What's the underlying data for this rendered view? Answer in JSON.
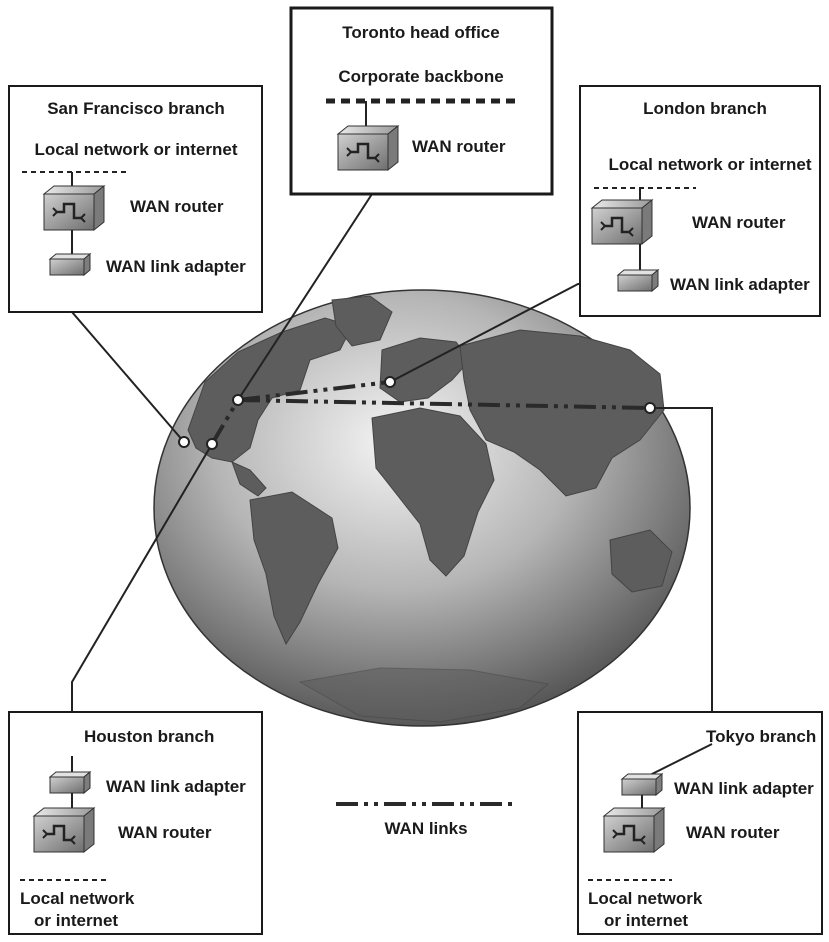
{
  "sites": {
    "toronto": {
      "title": "Toronto head office",
      "network": "Corporate backbone",
      "router": "WAN router"
    },
    "san_francisco": {
      "title": "San Francisco branch",
      "network": "Local network or internet",
      "router": "WAN router",
      "adapter": "WAN link adapter"
    },
    "london": {
      "title": "London branch",
      "network": "Local network or internet",
      "router": "WAN router",
      "adapter": "WAN link adapter"
    },
    "houston": {
      "title": "Houston branch",
      "adapter": "WAN link adapter",
      "router": "WAN router",
      "network_line1": "Local network",
      "network_line2": "or internet"
    },
    "tokyo": {
      "title": "Tokyo branch",
      "adapter": "WAN link adapter",
      "router": "WAN router",
      "network_line1": "Local network",
      "network_line2": "or internet"
    }
  },
  "legend": {
    "wan_links": "WAN links"
  },
  "colors": {
    "ink": "#1a1a1a",
    "globe_light": "#f2f2f2",
    "globe_dark": "#3e3e3e",
    "land": "#5d5d5d"
  }
}
